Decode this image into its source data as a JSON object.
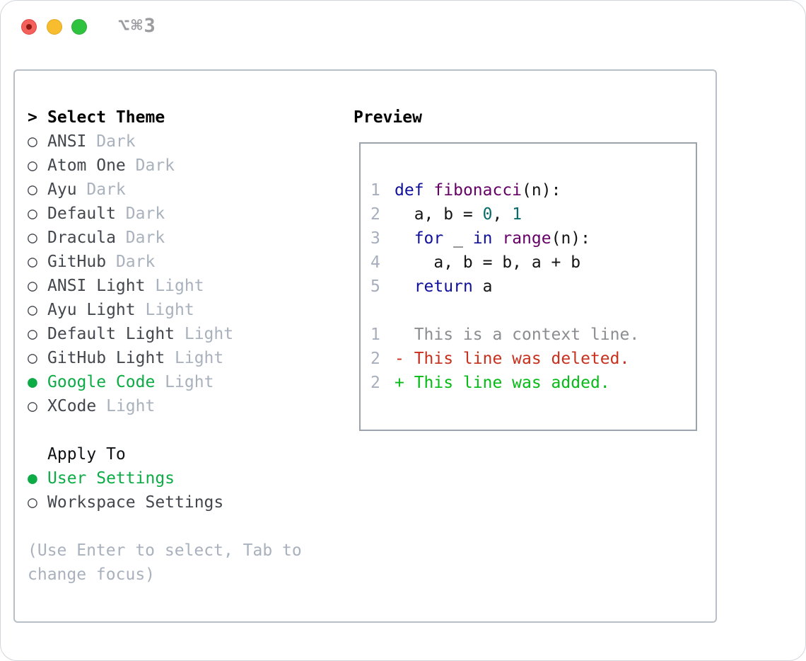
{
  "window": {
    "title": "⌥⌘3"
  },
  "icons": {
    "radio_on": "●",
    "radio_off": "○"
  },
  "colors": {
    "selected_green": "#0cab45",
    "diff_added": "#06bb16",
    "diff_deleted": "#c6301d",
    "diff_context": "#8b8d90",
    "syntax_keyword": "#10109b",
    "syntax_function": "#660066",
    "syntax_literal": "#0a6b6b",
    "muted_gray": "#a9b1bd",
    "traffic_red": "#f4615a",
    "traffic_yellow": "#f8bd2e",
    "traffic_green": "#2fc23f"
  },
  "theme_picker": {
    "header": {
      "marker": ">",
      "label": "Select Theme"
    },
    "items": [
      {
        "name": "ANSI",
        "variant": "Dark",
        "selected": false
      },
      {
        "name": "Atom One",
        "variant": "Dark",
        "selected": false
      },
      {
        "name": "Ayu",
        "variant": "Dark",
        "selected": false
      },
      {
        "name": "Default",
        "variant": "Dark",
        "selected": false
      },
      {
        "name": "Dracula",
        "variant": "Dark",
        "selected": false
      },
      {
        "name": "GitHub",
        "variant": "Dark",
        "selected": false
      },
      {
        "name": "ANSI Light",
        "variant": "Light",
        "selected": false
      },
      {
        "name": "Ayu Light",
        "variant": "Light",
        "selected": false
      },
      {
        "name": "Default Light",
        "variant": "Light",
        "selected": false
      },
      {
        "name": "GitHub Light",
        "variant": "Light",
        "selected": false
      },
      {
        "name": "Google Code",
        "variant": "Light",
        "selected": true
      },
      {
        "name": "XCode",
        "variant": "Light",
        "selected": false
      }
    ],
    "apply_to": {
      "header": "Apply To",
      "options": [
        {
          "name": "User Settings",
          "selected": true
        },
        {
          "name": "Workspace Settings",
          "selected": false
        }
      ]
    },
    "help": [
      "(Use Enter to select, Tab to",
      "change focus)"
    ]
  },
  "preview": {
    "header": "Preview",
    "code_lines": [
      {
        "num": "1",
        "parts": [
          [
            "kw",
            "def"
          ],
          [
            "pl",
            " "
          ],
          [
            "fn",
            "fibonacci"
          ],
          [
            "pl",
            "(n):"
          ]
        ]
      },
      {
        "num": "2",
        "parts": [
          [
            "pl",
            "  a, b = "
          ],
          [
            "lit",
            "0"
          ],
          [
            "pl",
            ", "
          ],
          [
            "lit",
            "1"
          ]
        ]
      },
      {
        "num": "3",
        "parts": [
          [
            "pl",
            "  "
          ],
          [
            "kw",
            "for"
          ],
          [
            "pl",
            " _ "
          ],
          [
            "kw",
            "in"
          ],
          [
            "pl",
            " "
          ],
          [
            "fn",
            "range"
          ],
          [
            "pl",
            "(n):"
          ]
        ]
      },
      {
        "num": "4",
        "parts": [
          [
            "pl",
            "    a, b = b, a + b"
          ]
        ]
      },
      {
        "num": "5",
        "parts": [
          [
            "pl",
            "  "
          ],
          [
            "kw",
            "return"
          ],
          [
            "pl",
            " a"
          ]
        ]
      }
    ],
    "diff_lines": [
      {
        "num": "1",
        "parts": [
          [
            "ctx",
            "  This is a context line."
          ]
        ]
      },
      {
        "num": "2",
        "parts": [
          [
            "del",
            "- This line was deleted."
          ]
        ]
      },
      {
        "num": "2",
        "parts": [
          [
            "add",
            "+ This line was added."
          ]
        ]
      }
    ]
  }
}
